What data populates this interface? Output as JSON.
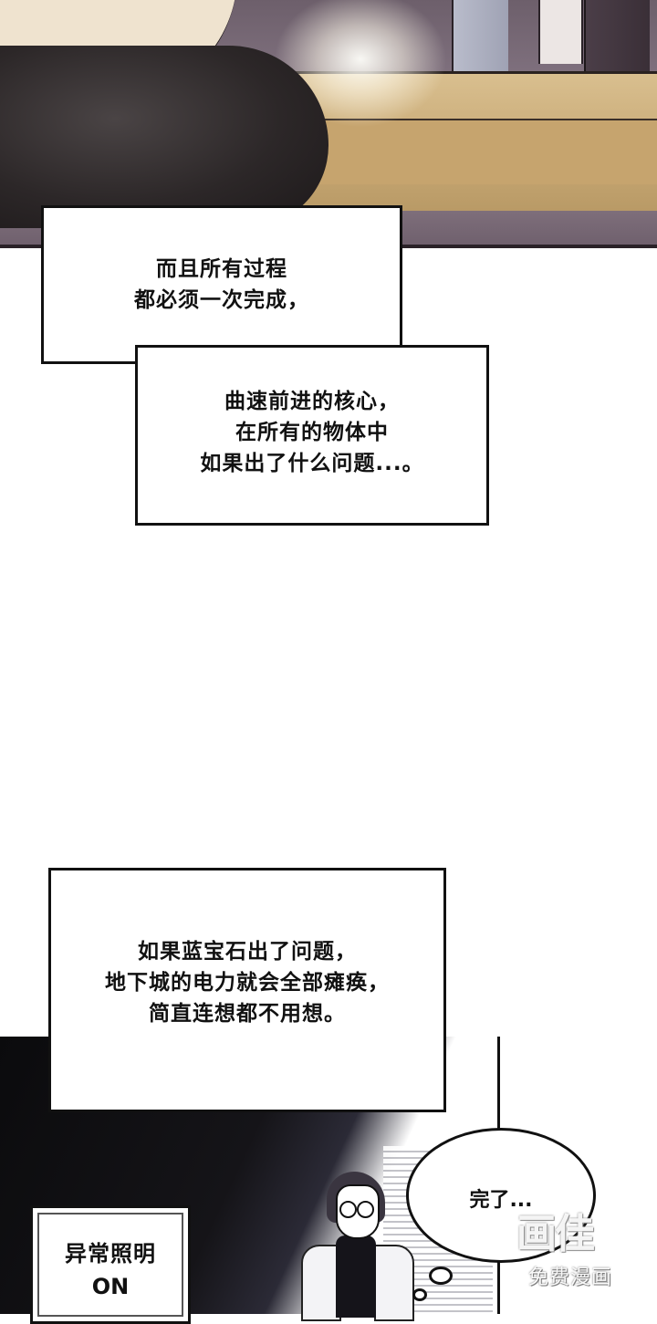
{
  "captions": {
    "box1": [
      "而且所有过程",
      "都必须一次完成，"
    ],
    "box2": [
      "曲速前进的核心，",
      "在所有的物体中",
      "如果出了什么问题...。"
    ],
    "box3": [
      "如果蓝宝石出了问题，",
      "地下城的电力就会全部瘫痪，",
      "简直连想都不用想。"
    ]
  },
  "speech": {
    "text": "完了..."
  },
  "sign": {
    "line1": "异常照明",
    "line2": "ON"
  },
  "watermark": {
    "logo": "画佳",
    "sub": "免费漫画"
  }
}
